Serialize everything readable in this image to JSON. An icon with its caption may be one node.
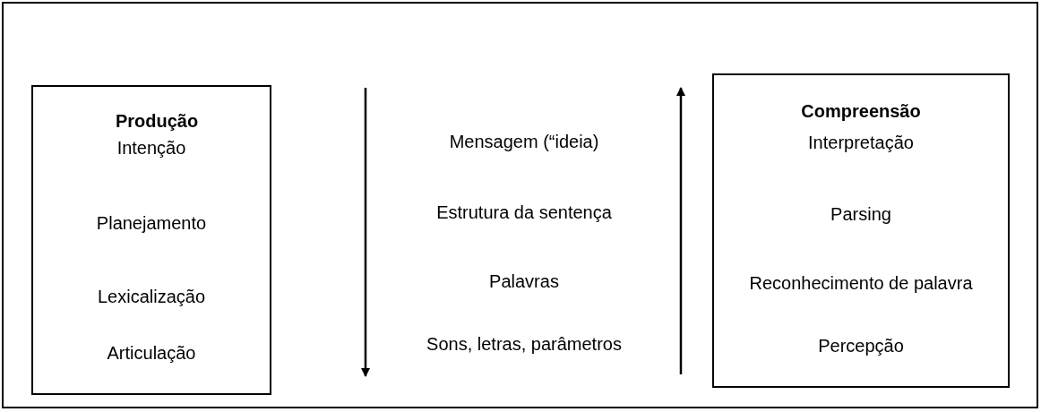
{
  "diagram": {
    "nodes": [
      {
        "text": [
          "Produção",
          "Intenção",
          "Planejamento",
          "Lexicalização",
          "Articulação"
        ]
      },
      {
        "text": [
          "Compreensão",
          "Interpretação",
          "Parsing",
          "Reconhecimento de palavra",
          "Percepção"
        ]
      }
    ],
    "labels": [
      "Mensagem (“ideia)",
      "Estrutura da sentença",
      "Palavras",
      "Sons, letras, parâmetros"
    ]
  }
}
